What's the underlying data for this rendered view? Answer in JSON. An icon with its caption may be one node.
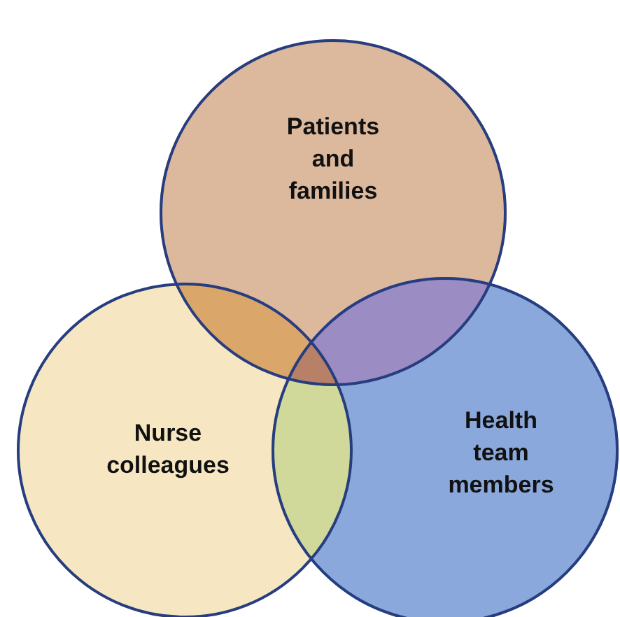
{
  "diagram": {
    "nodes": [
      {
        "text": [
          "Patients and families"
        ]
      },
      {
        "text": [
          "Nurse colleagues"
        ]
      },
      {
        "text": [
          "Health team members"
        ]
      }
    ]
  }
}
